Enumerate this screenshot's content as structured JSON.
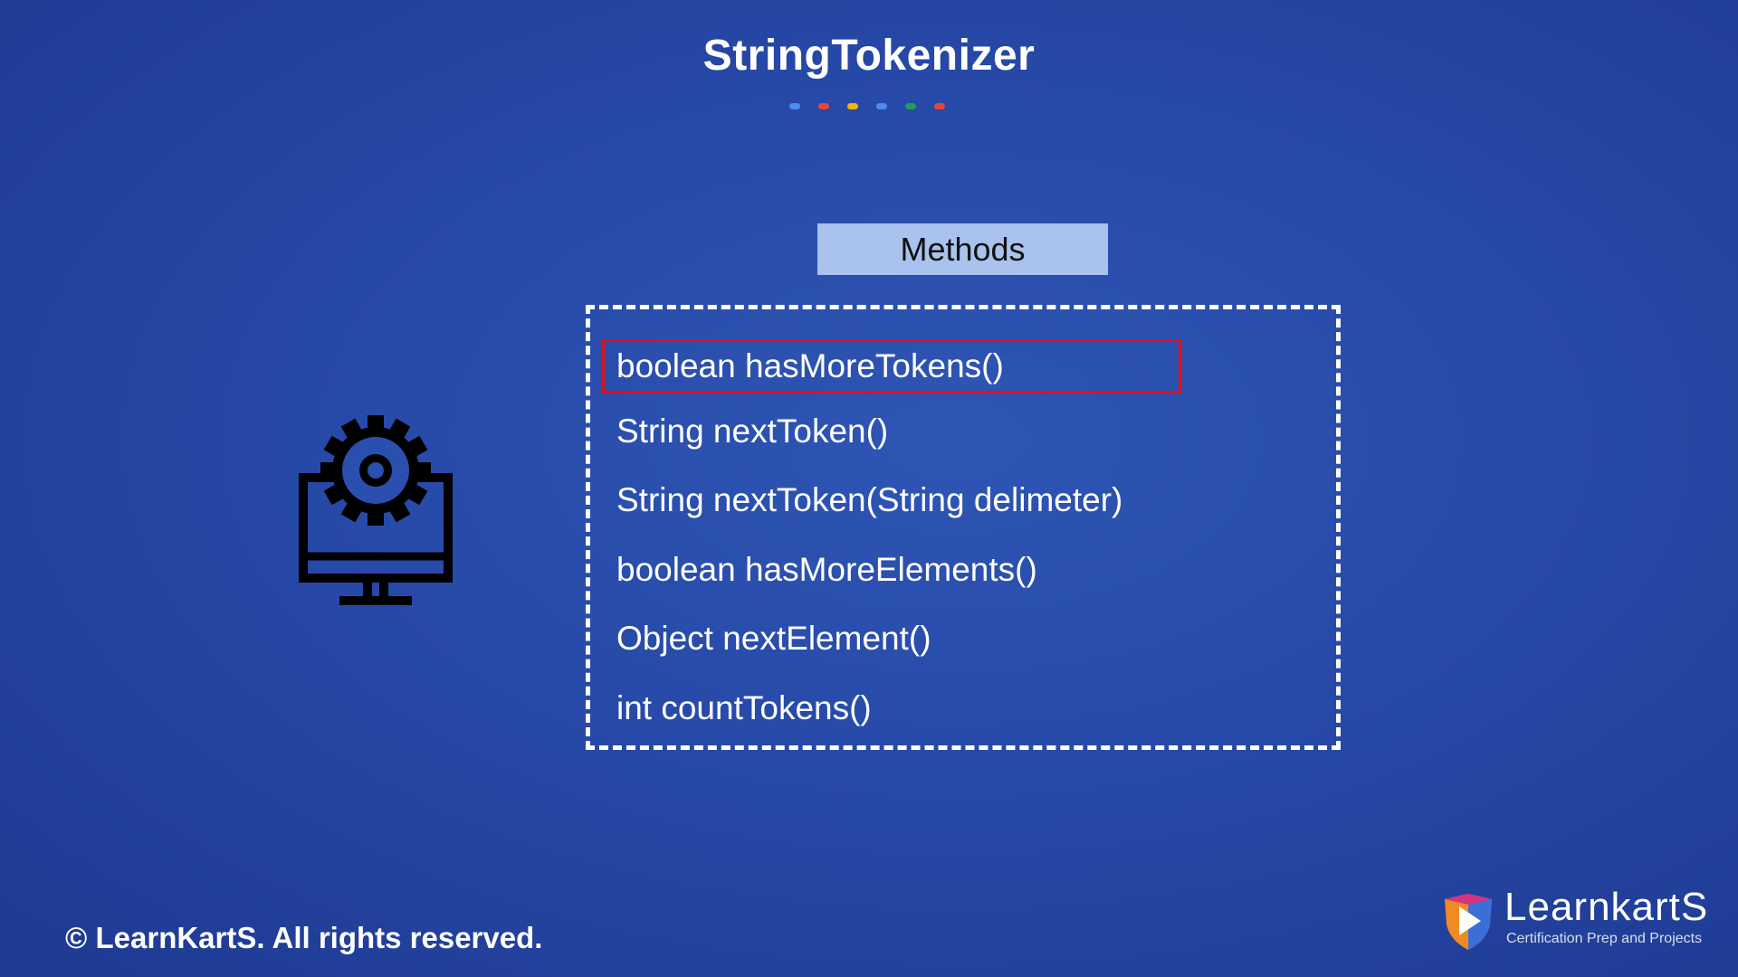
{
  "slide": {
    "title": "StringTokenizer",
    "dots": [
      "#4a8cf0",
      "#e8463a",
      "#f4b400",
      "#4a8cf0",
      "#20a050",
      "#e8463a"
    ]
  },
  "methods": {
    "header": "Methods",
    "items": [
      "boolean hasMoreTokens()",
      "String nextToken()",
      "String nextToken(String delimeter)",
      "boolean hasMoreElements()",
      "Object nextElement()",
      "int countTokens()"
    ],
    "highlight_color": "#e0101e",
    "header_bg": "#a9c3ee"
  },
  "illustration": {
    "icon": "computer-gear-icon"
  },
  "footer": {
    "copyright": "© LearnKartS. All rights reserved."
  },
  "brand": {
    "name": "LearnkartS",
    "tagline": "Certification Prep and Projects",
    "icon": "play-shield-icon"
  }
}
